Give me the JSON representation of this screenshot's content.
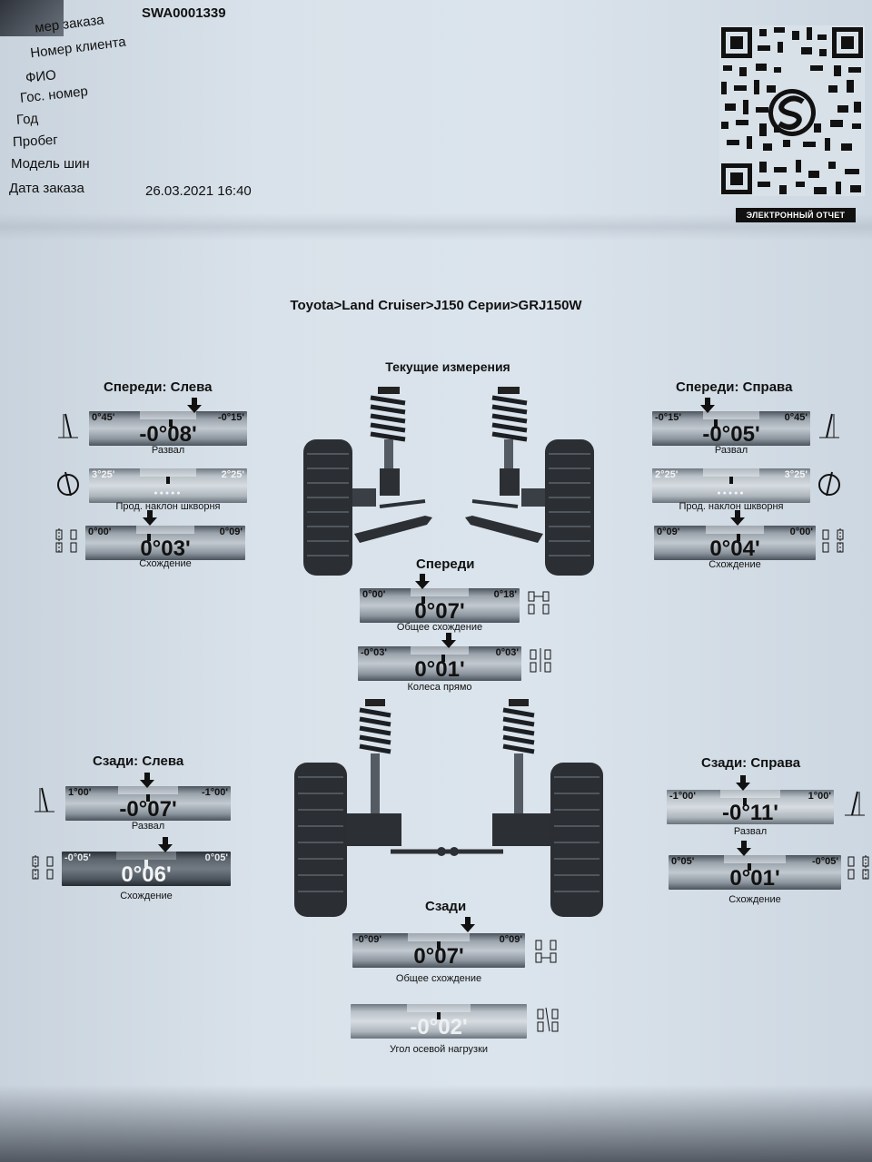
{
  "header": {
    "order_label": "мер заказа",
    "order_value": "SWA0001339",
    "client_label": "Номер клиента",
    "name_label": "ФИО",
    "plate_label": "Гос. номер",
    "year_label": "Год",
    "mileage_label": "Пробег",
    "tire_label": "Модель шин",
    "date_label": "Дата заказа",
    "date_value": "26.03.2021 16:40"
  },
  "qr": {
    "badge": "ЭЛЕКТРОННЫЙ ОТЧЕТ",
    "icon": "qr-code-icon"
  },
  "vehicle": "Toyota>Land Cruiser>J150 Серии>GRJ150W",
  "measure_title": "Текущие измерения",
  "front_left": {
    "title": "Спереди: Слева",
    "camber": {
      "min": "0°45'",
      "max": "-0°15'",
      "value": "-0°08'",
      "label": "Развал"
    },
    "caster": {
      "min": "3°25'",
      "max": "2°25'",
      "value": "",
      "label": "Прод. наклон шкворня",
      "dots": "●●●●●"
    },
    "toe": {
      "min": "0°00'",
      "max": "0°09'",
      "value": "0°03'",
      "label": "Схождение"
    }
  },
  "front_right": {
    "title": "Спереди: Справа",
    "camber": {
      "min": "-0°15'",
      "max": "0°45'",
      "value": "-0°05'",
      "label": "Развал"
    },
    "caster": {
      "min": "2°25'",
      "max": "3°25'",
      "value": "",
      "label": "Прод. наклон шкворня",
      "dots": "●●●●●"
    },
    "toe": {
      "min": "0°09'",
      "max": "0°00'",
      "value": "0°04'",
      "label": "Схождение"
    }
  },
  "front": {
    "title": "Спереди",
    "total_toe": {
      "min": "0°00'",
      "max": "0°18'",
      "value": "0°07'",
      "label": "Общее схождение"
    },
    "straight": {
      "min": "-0°03'",
      "max": "0°03'",
      "value": "0°01'",
      "label": "Колеса прямо"
    }
  },
  "rear_left": {
    "title": "Сзади: Слева",
    "camber": {
      "min": "1°00'",
      "max": "-1°00'",
      "value": "-0°07'",
      "label": "Развал"
    },
    "toe": {
      "min": "-0°05'",
      "max": "0°05'",
      "value": "0°06'",
      "label": "Схождение"
    }
  },
  "rear_right": {
    "title": "Сзади: Справа",
    "camber": {
      "min": "-1°00'",
      "max": "1°00'",
      "value": "-0°11'",
      "label": "Развал"
    },
    "toe": {
      "min": "0°05'",
      "max": "-0°05'",
      "value": "0°01'",
      "label": "Схождение"
    }
  },
  "rear": {
    "title": "Сзади",
    "total_toe": {
      "min": "-0°09'",
      "max": "0°09'",
      "value": "0°07'",
      "label": "Общее схождение"
    },
    "thrust": {
      "value": "-0°02'",
      "label": "Угол осевой нагрузки"
    }
  }
}
